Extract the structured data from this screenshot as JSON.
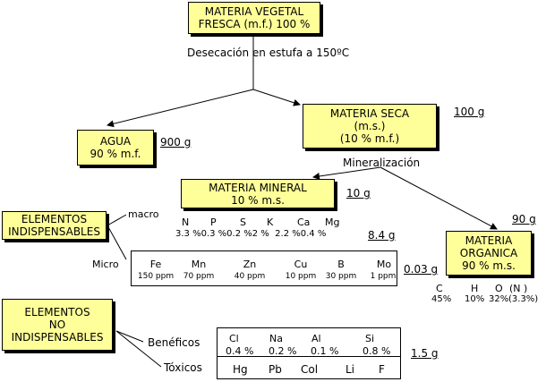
{
  "boxes": {
    "fresh_l1": "MATERIA VEGETAL",
    "fresh_l2": "FRESCA (m.f.) 100 %",
    "dry_l1": "MATERIA SECA",
    "dry_l2": "(m.s.)",
    "dry_l3": "(10 % m.f.)",
    "water_l1": "AGUA",
    "water_l2": "90 % m.f.",
    "mineral_l1": "MATERIA MINERAL",
    "mineral_l2": "10 % m.s.",
    "organic_l1": "MATERIA",
    "organic_l2": "ORGANICA",
    "organic_l3": "90 % m.s.",
    "indisp_l1": "ELEMENTOS",
    "indisp_l2": "INDISPENSABLES",
    "nonindisp_l1": "ELEMENTOS",
    "nonindisp_l2": "NO",
    "nonindisp_l3": "INDISPENSABLES"
  },
  "labels": {
    "desecacion": "Desecación en estufa a 150ºC",
    "mineralizacion": "Mineralización",
    "macro": "macro",
    "micro": "Micro",
    "beneficos": "Benéficos",
    "toxicos": "Tóxicos"
  },
  "amounts": {
    "dry": "100 g",
    "water": "900 g",
    "mineral": "10 g",
    "organic": "90 g",
    "macro": "8.4 g",
    "micro": "0.03 g",
    "nonindisp": "1.5 g"
  },
  "macro": {
    "symbols": [
      "N",
      "P",
      "S",
      "K",
      "Ca",
      "Mg"
    ],
    "values": "3.3 %0.3 %0.2 %2 %  2.2 %0.4 %"
  },
  "micro": [
    {
      "el": "Fe",
      "ppm": "150 ppm"
    },
    {
      "el": "Mn",
      "ppm": "70 ppm"
    },
    {
      "el": "Zn",
      "ppm": "40 ppm"
    },
    {
      "el": "Cu",
      "ppm": "10 ppm"
    },
    {
      "el": "B",
      "ppm": "30 ppm"
    },
    {
      "el": "Mo",
      "ppm": "1 ppm"
    }
  ],
  "organic": {
    "symbols": [
      "C",
      "H",
      "O",
      "(N )"
    ],
    "values": [
      "45%",
      "10%",
      "32%",
      "(3.3%)"
    ]
  },
  "beneficial": [
    {
      "el": "Cl",
      "pct": "0.4 %"
    },
    {
      "el": "Na",
      "pct": "0.2 %"
    },
    {
      "el": "Al",
      "pct": "0.1 %"
    },
    {
      "el": "Si",
      "pct": "0.8 %"
    }
  ],
  "toxic": [
    "Hg",
    "Pb",
    "Col",
    "Li",
    "F"
  ]
}
